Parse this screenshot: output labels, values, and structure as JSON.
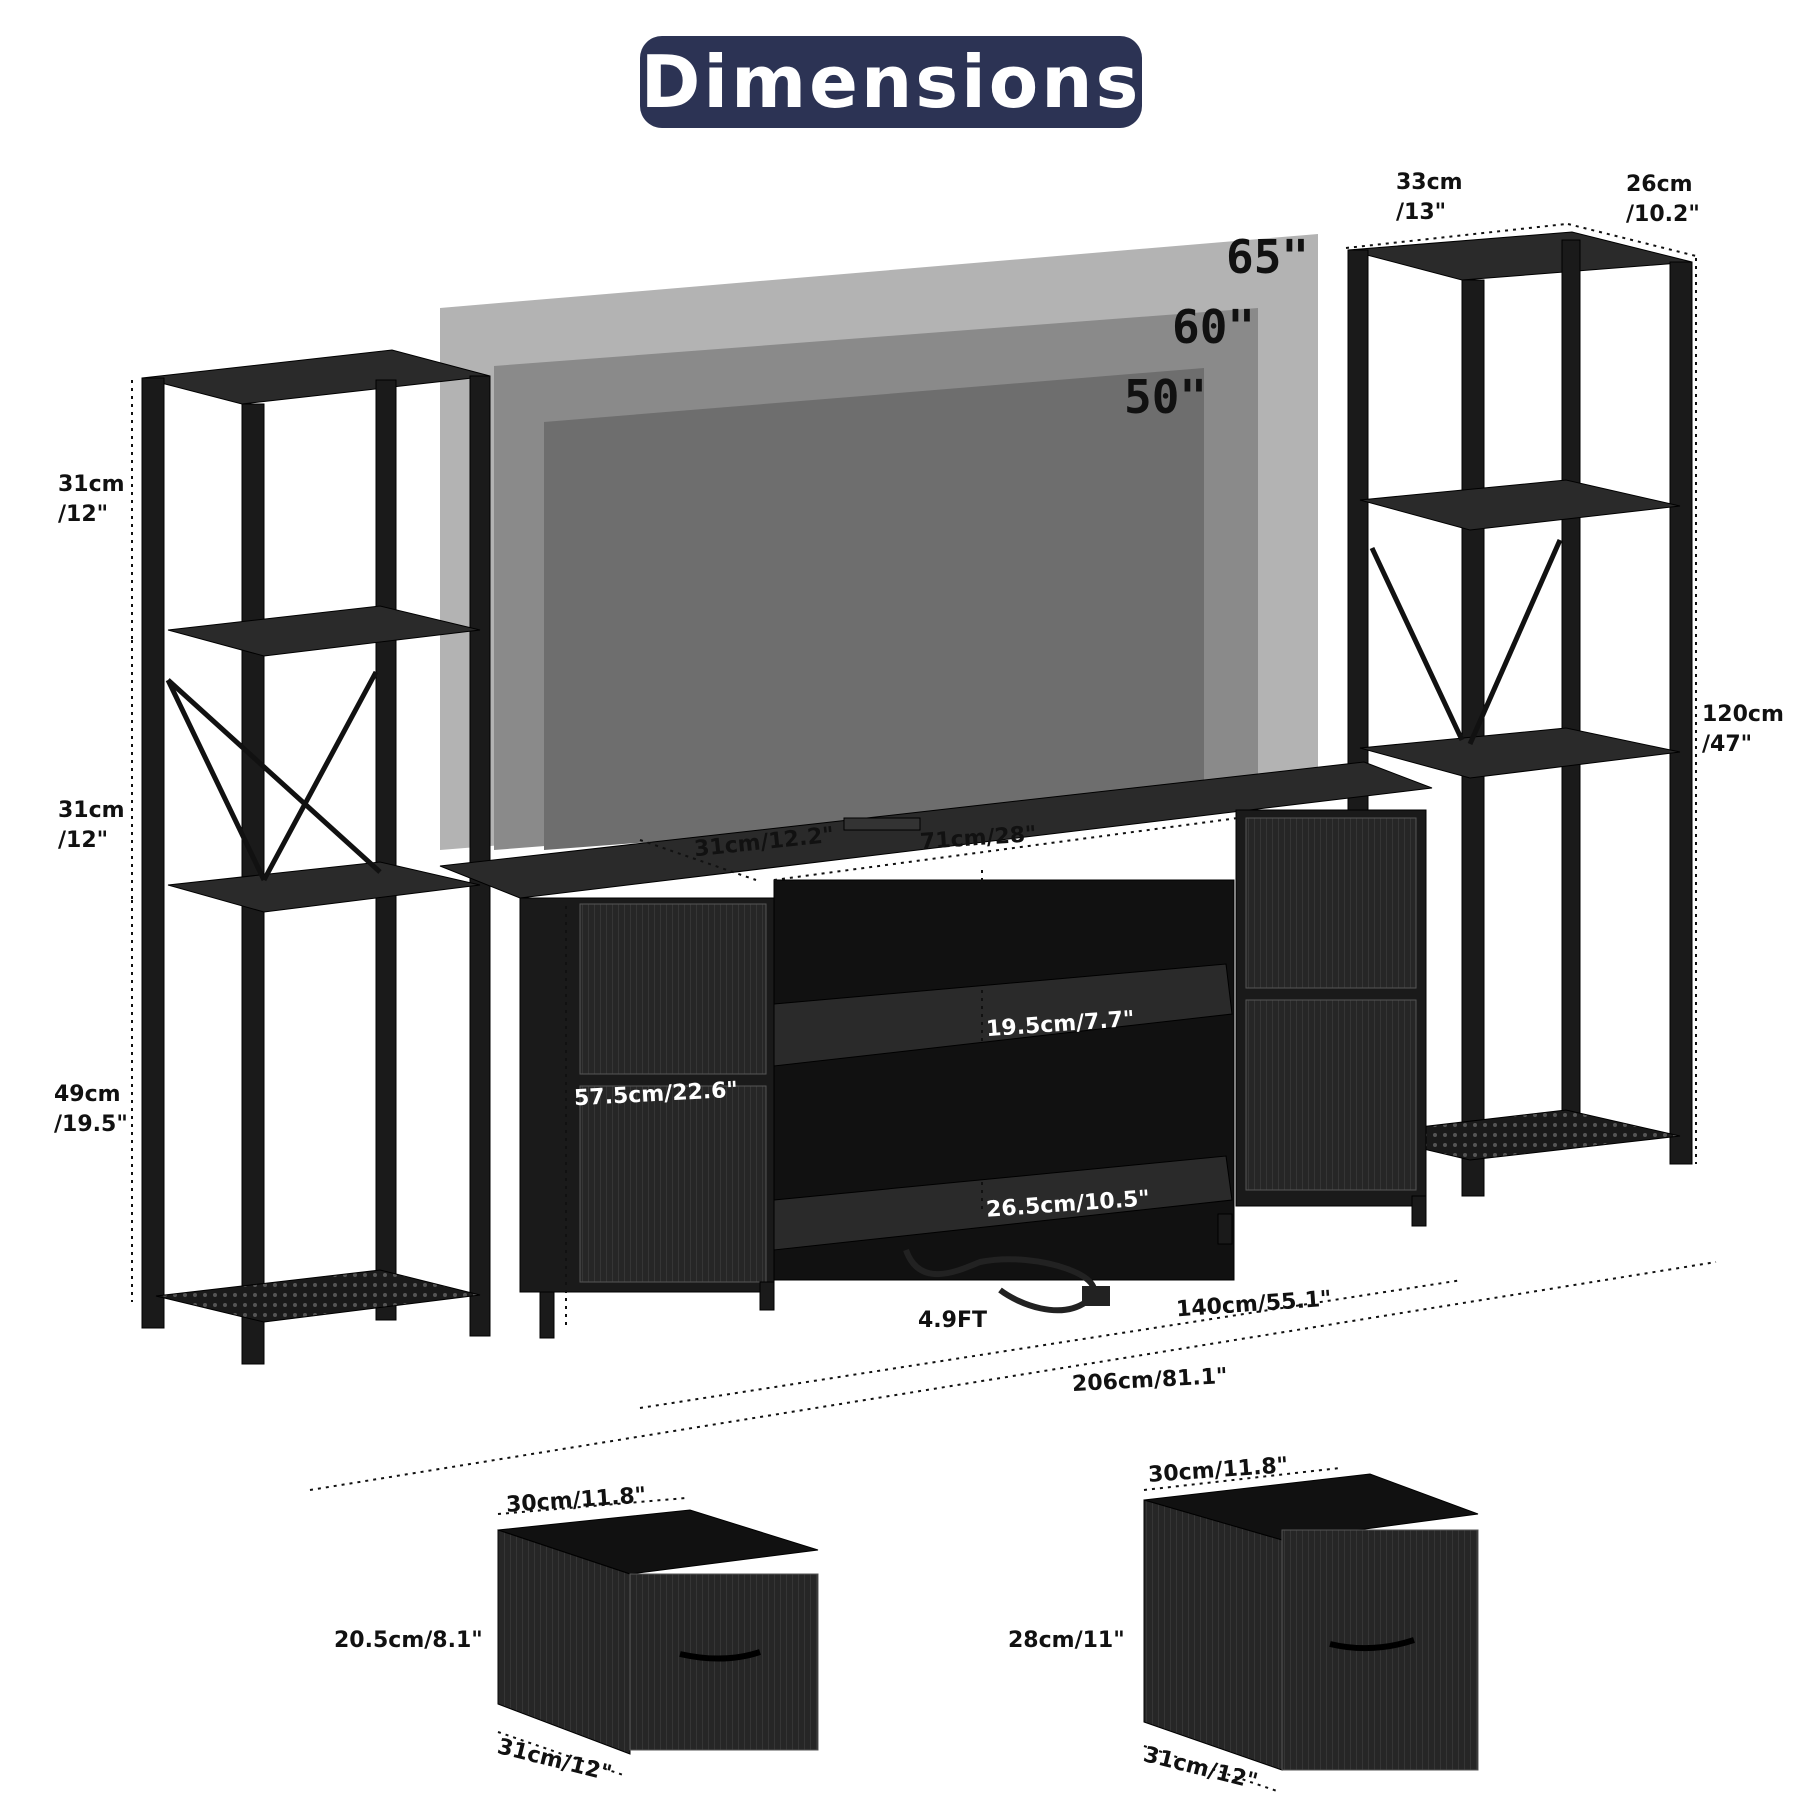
{
  "title": "Dimensions",
  "tv_sizes": [
    "65\"",
    "60\"",
    "50\""
  ],
  "left_tower": {
    "shelf_top": "31cm\n/12\"",
    "shelf_mid": "31cm\n/12\"",
    "shelf_bottom": "49cm\n/19.5\""
  },
  "right_tower": {
    "width": "33cm\n/13\"",
    "depth": "26cm\n/10.2\"",
    "height": "120cm\n/47\""
  },
  "tv_stand": {
    "depth": "31cm/12.2\"",
    "inner_width": "71cm/28\"",
    "shelf_gap_top": "19.5cm/7.7\"",
    "shelf_gap_bottom": "26.5cm/10.5\"",
    "height": "57.5cm/22.6\"",
    "cord_length": "4.9FT",
    "width": "140cm/55.1\"",
    "total_width": "206cm/81.1\""
  },
  "small_drawer": {
    "width": "30cm/11.8\"",
    "height": "20.5cm/8.1\"",
    "depth": "31cm/12\""
  },
  "large_drawer": {
    "width": "30cm/11.8\"",
    "height": "28cm/11\"",
    "depth": "31cm/12\""
  },
  "colors": {
    "title_bg": "#2c3354",
    "furniture": "#1a1a1a",
    "screen_65": "#b3b3b3",
    "screen_60": "#8a8a8a",
    "screen_50": "#6e6e6e"
  }
}
